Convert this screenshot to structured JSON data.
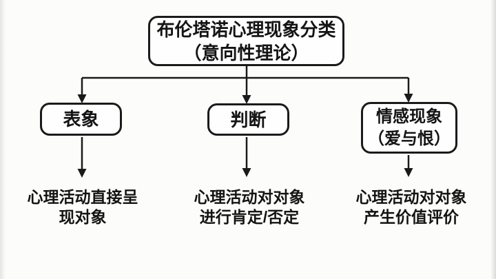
{
  "diagram": {
    "root": {
      "label_line1": "布伦塔诺心理现象分类",
      "label_line2": "（意向性理论）"
    },
    "branches": [
      {
        "label_line1": "表象",
        "desc_line1": "心理活动直接呈",
        "desc_line2": "现对象"
      },
      {
        "label_line1": "判断",
        "desc_line1": "心理活动对对象",
        "desc_line2": "进行肯定/否定"
      },
      {
        "label_line1": "情感现象",
        "label_line2": "（爱与恨）",
        "desc_line1": "心理活动对对象",
        "desc_line2": "产生价值评价"
      }
    ],
    "colors": {
      "line": "#1a1a1a",
      "text": "#141414",
      "background": "#fcfcfa",
      "node_fill": "#fefefe"
    }
  }
}
